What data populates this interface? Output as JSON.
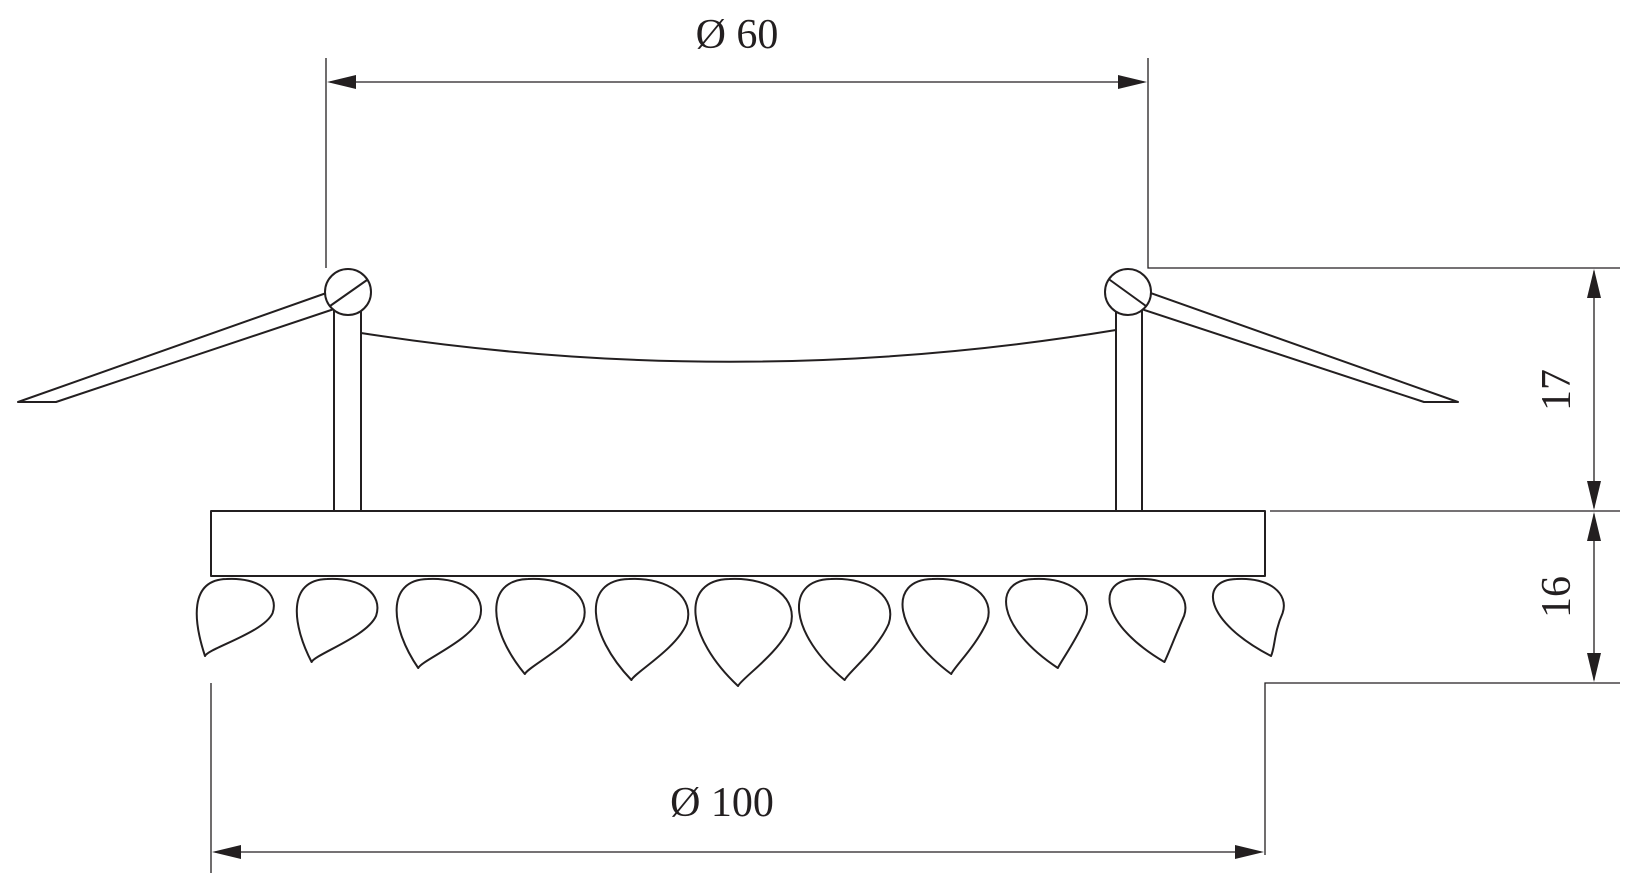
{
  "dimensions": {
    "top_diameter": "Ø 60",
    "bottom_diameter": "Ø 100",
    "upper_height": "17",
    "lower_height": "16"
  },
  "colors": {
    "line": "#231f20",
    "background": "#ffffff"
  },
  "crystal_count": 11
}
